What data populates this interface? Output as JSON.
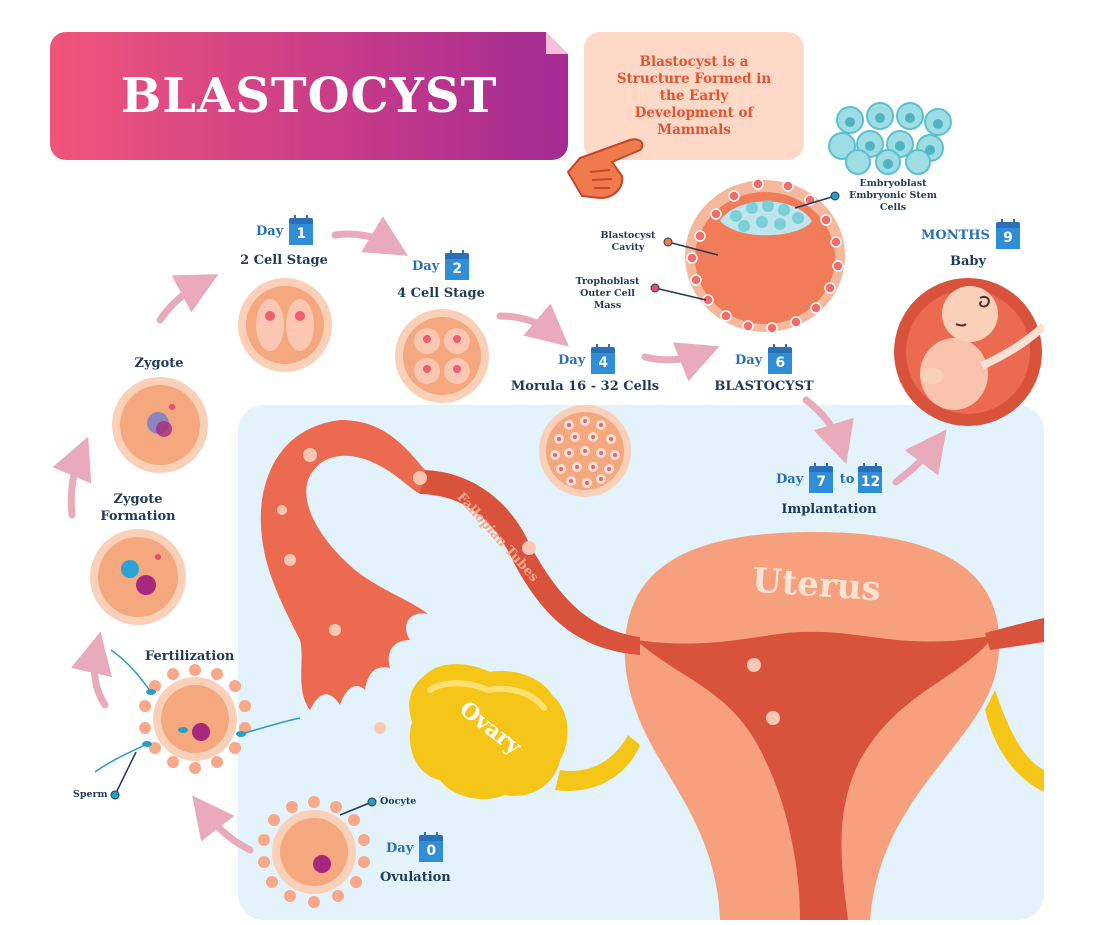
{
  "title": "BLASTOCYST",
  "description": "Blastocyst is a Structure Formed in the Early Development of Mammals",
  "stages": {
    "ovulation": {
      "day_label": "Day",
      "day_num": "0",
      "name": "Ovulation",
      "callout": "Oocyte"
    },
    "fertilization": {
      "name": "Fertilization",
      "callout": "Sperm"
    },
    "zygote_formation": {
      "line1": "Zygote",
      "line2": "Formation"
    },
    "zygote": {
      "name": "Zygote"
    },
    "two_cell": {
      "day_label": "Day",
      "day_num": "1",
      "name": "2 Cell Stage"
    },
    "four_cell": {
      "day_label": "Day",
      "day_num": "2",
      "name": "4 Cell Stage"
    },
    "morula": {
      "day_label": "Day",
      "day_num": "4",
      "name": "Morula 16 - 32 Cells"
    },
    "blastocyst": {
      "day_label": "Day",
      "day_num": "6",
      "name": "BLASTOCYST",
      "embryoblast_line1": "Embryoblast",
      "embryoblast_line2": "Embryonic Stem",
      "embryoblast_line3": "Cells",
      "cavity_line1": "Blastocyst",
      "cavity_line2": "Cavity",
      "trophoblast_line1": "Trophoblast",
      "trophoblast_line2": "Outer Cell Mass"
    },
    "implantation": {
      "day_label": "Day",
      "day_from": "7",
      "to": "to",
      "day_to": "12",
      "name": "Implantation"
    },
    "baby": {
      "months_label": "MONTHS",
      "months_num": "9",
      "name": "Baby"
    }
  },
  "organs": {
    "fallopian_tubes": "Fallopian Tubes",
    "uterus": "Uterus",
    "ovary": "Ovary"
  },
  "colors": {
    "title_gradient_start": "#f0557a",
    "title_gradient_end": "#a32b92",
    "desc_bg": "#ffd9c8",
    "desc_text": "#e25432",
    "label_text": "#1f3a5a",
    "day_blue": "#2a70b8",
    "arrow": "#e9aabb",
    "background_panel": "#e4f2fb",
    "uterus": "#f7a07e",
    "tube": "#d9533c",
    "ovary": "#f5c518"
  }
}
